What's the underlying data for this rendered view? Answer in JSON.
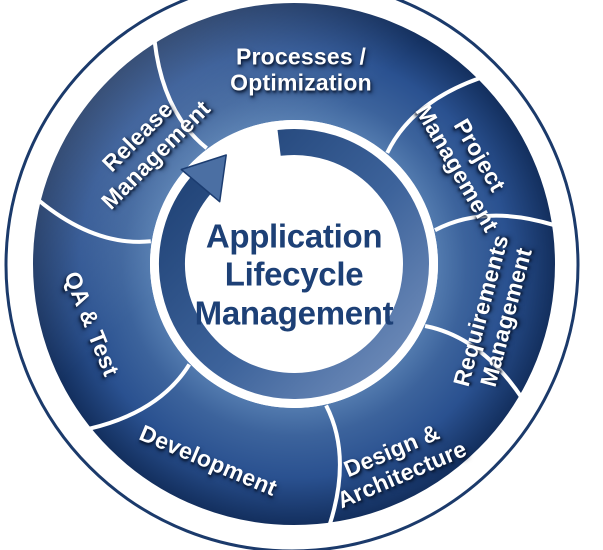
{
  "diagram": {
    "title": "Application\nLifecycle\nManagement",
    "segments": [
      {
        "id": "processes",
        "label": "Processes /\nOptimization"
      },
      {
        "id": "project",
        "label": "Project\nManagement"
      },
      {
        "id": "requirements",
        "label": "Requirements\nManagement"
      },
      {
        "id": "design",
        "label": "Design &\nArchitecture"
      },
      {
        "id": "development",
        "label": "Development"
      },
      {
        "id": "qa",
        "label": "QA & Test"
      },
      {
        "id": "release",
        "label": "Release\nManagement"
      }
    ],
    "icons": {
      "cycle_arrow": "clockwise-circular-arrow"
    },
    "colors": {
      "ring_inner": "#527aae",
      "ring_mid": "#2a5190",
      "ring_outer": "#132f5e",
      "outer_border": "#1b3a6b",
      "divider": "#ffffff",
      "center_bg": "#ffffff",
      "title_text": "#1d4076",
      "segment_text": "#ffffff",
      "arrow_dark": "#1d3f72",
      "arrow_light": "#7591bd",
      "arrow_head": "#4b6fa3"
    }
  }
}
